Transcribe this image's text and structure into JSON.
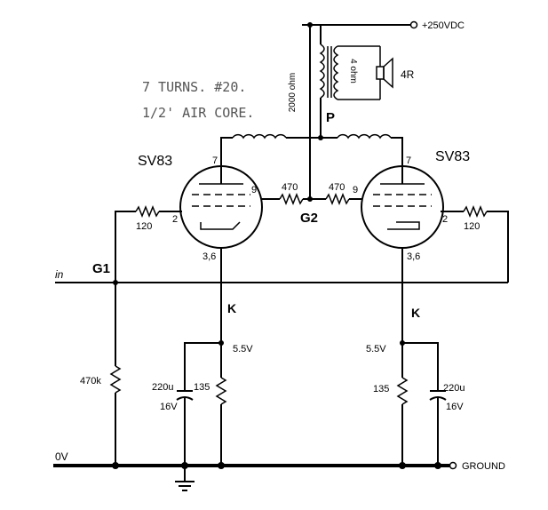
{
  "notes": {
    "line1": "7 TURNS. #20.",
    "line2": "1/2' AIR CORE."
  },
  "supply": "+250VDC",
  "ground": "GROUND",
  "zero_v": "0V",
  "input": "in",
  "transformer": {
    "primary": "2000 ohm",
    "secondary": "4 ohm",
    "plate": "P"
  },
  "speaker": "4R",
  "tubes": {
    "left": "SV83",
    "right": "SV83"
  },
  "pins": {
    "plate": "7",
    "grid2": "9",
    "grid1": "2",
    "cathode": "3,6"
  },
  "resistors": {
    "g2_left": "470",
    "g2_right": "470",
    "g1_left": "120",
    "g1_right": "120",
    "grid_leak": "470k",
    "cathode_left": "135",
    "cathode_right": "135"
  },
  "caps": {
    "value": "220u",
    "voltage": "16V"
  },
  "nodes": {
    "g2": "G2",
    "g1": "G1",
    "k_left": "K",
    "k_right": "K",
    "kv_left": "5.5V",
    "kv_right": "5.5V"
  }
}
